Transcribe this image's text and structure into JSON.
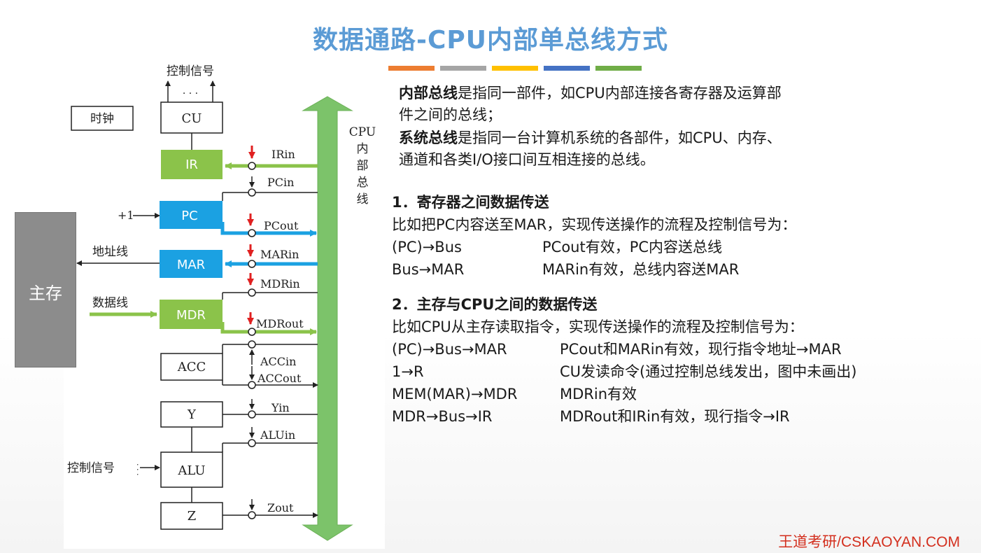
{
  "title": "数据通路-CPU内部单总线方式",
  "accent_bar_colors": [
    "#ed7d31",
    "#a5a5a5",
    "#ffc000",
    "#4472c4",
    "#70ad47"
  ],
  "diagram": {
    "control_signals_top": "控制信号",
    "ellipsis": "· · ·",
    "clock": "时钟",
    "cu": "CU",
    "ir": "IR",
    "pc": "PC",
    "plus_one": "+1",
    "mar": "MAR",
    "mdr": "MDR",
    "acc": "ACC",
    "y": "Y",
    "alu": "ALU",
    "z": "Z",
    "main_memory": "主存",
    "address_bus": "地址线",
    "data_bus": "数据线",
    "control_signals_alu": "控制信号",
    "bus_label": [
      "CPU",
      "内",
      "部",
      "总",
      "线"
    ],
    "signals": {
      "irin": "IRin",
      "pcin": "PCin",
      "pcout": "PCout",
      "marin": "MARin",
      "mdrin": "MDRin",
      "mdrout": "MDRout",
      "accin": "ACCin",
      "accout": "ACCout",
      "yin": "Yin",
      "aluin": "ALUin",
      "zout": "Zout"
    },
    "colors": {
      "green_box": "#8bc34a",
      "blue_box": "#1ba1e2",
      "memory_gray": "#8c8c8c",
      "bus_green": "#7cc36a",
      "red_arrow": "#e02020",
      "blue_line": "#1ba1e2"
    }
  },
  "text": {
    "internal_bus_term": "内部总线",
    "internal_bus_def_1": "是指同一部件，如CPU内部连接各寄存器及运算部",
    "internal_bus_def_2": "件之间的总线；",
    "system_bus_term": "系统总线",
    "system_bus_def_1": "是指同一台计算机系统的各部件，如CPU、内存、",
    "system_bus_def_2": "通道和各类I/O接口间互相连接的总线。",
    "section1": {
      "heading": "1．寄存器之间数据传送",
      "intro": "比如把PC内容送至MAR，实现传送操作的流程及控制信号为：",
      "rows": [
        {
          "step": "(PC)→Bus",
          "desc": "PCout有效，PC内容送总线"
        },
        {
          "step": "Bus→MAR",
          "desc": "MARin有效，总线内容送MAR"
        }
      ]
    },
    "section2": {
      "heading": "2．主存与CPU之间的数据传送",
      "intro": "比如CPU从主存读取指令，实现传送操作的流程及控制信号为：",
      "rows": [
        {
          "step": "(PC)→Bus→MAR",
          "desc": "PCout和MARin有效，现行指令地址→MAR"
        },
        {
          "step": "1→R",
          "desc": "CU发读命令(通过控制总线发出，图中未画出)"
        },
        {
          "step": "MEM(MAR)→MDR",
          "desc": "MDRin有效"
        },
        {
          "step": "MDR→Bus→IR",
          "desc": "MDRout和IRin有效，现行指令→IR"
        }
      ]
    }
  },
  "footer": "王道考研/CSKAOYAN.COM"
}
